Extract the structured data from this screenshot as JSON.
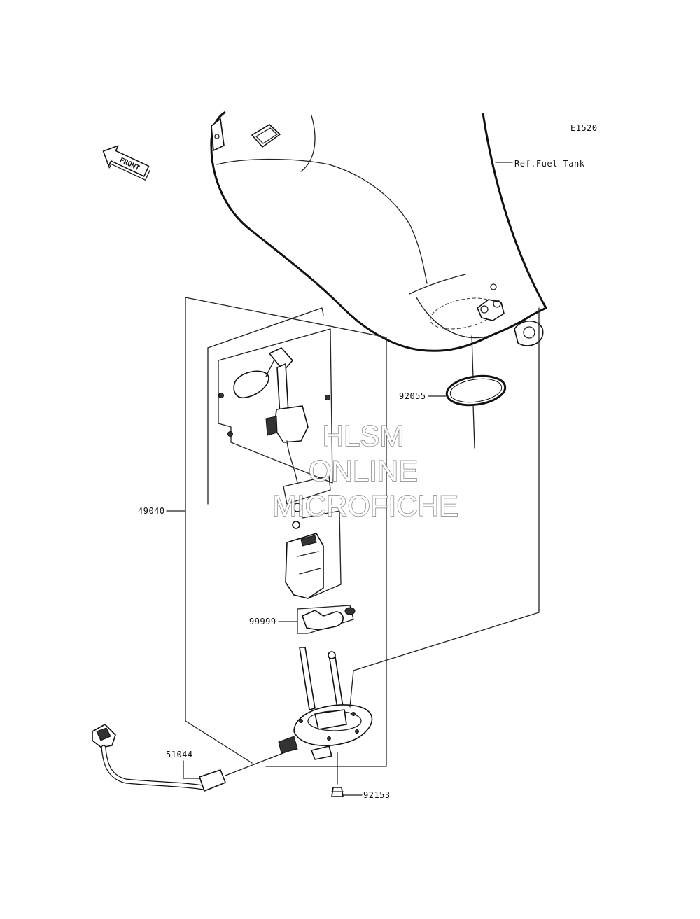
{
  "diagram": {
    "code": "E1520",
    "reference_label": "Ref.Fuel Tank",
    "front_label": "FRONT",
    "parts": [
      {
        "number": "92055"
      },
      {
        "number": "49040"
      },
      {
        "number": "99999"
      },
      {
        "number": "51044"
      },
      {
        "number": "92153"
      }
    ]
  },
  "watermark": {
    "line1": "HLSM",
    "line2": "ONLINE",
    "line3": "MICROFICHE"
  }
}
